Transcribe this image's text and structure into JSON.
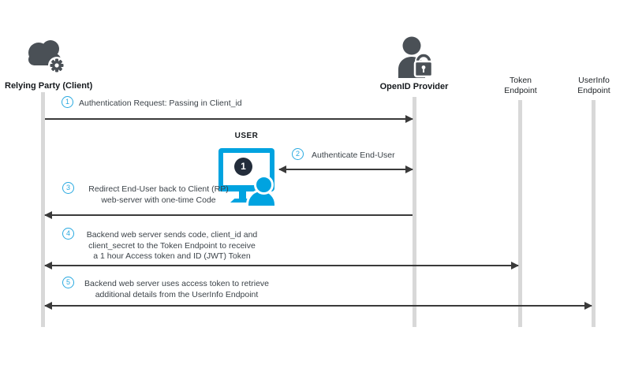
{
  "colors": {
    "cyan_accent": "#29a9e0",
    "monitor_cyan": "#00a3e0",
    "icon_gray": "#4a5056",
    "lifeline_gray": "#d8d8d8",
    "arrow_dark": "#3a3a3a",
    "badge_dark": "#232d3b"
  },
  "actors": {
    "relying_party": {
      "label": "Relying Party (Client)",
      "icon": "cloud-gear-icon"
    },
    "openid_provider": {
      "label": "OpenID Provider",
      "icon": "person-lock-icon"
    },
    "token_endpoint": {
      "label_lines": [
        "Token",
        "Endpoint"
      ]
    },
    "userinfo_endpoint": {
      "label_lines": [
        "UserInfo",
        "Endpoint"
      ]
    }
  },
  "user": {
    "label": "USER",
    "badge": "1",
    "icon": "monitor-user-icon"
  },
  "steps": [
    {
      "num": "1",
      "lines": [
        "Authentication Request: Passing in Client_id"
      ],
      "from": "Relying Party (Client)",
      "to": "OpenID Provider",
      "direction": "right"
    },
    {
      "num": "2",
      "lines": [
        "Authenticate End-User"
      ],
      "from": "USER",
      "to": "OpenID Provider",
      "direction": "both"
    },
    {
      "num": "3",
      "lines": [
        "Redirect End-User back to Client (RP)",
        "web-server with one-time Code"
      ],
      "from": "OpenID Provider",
      "to": "Relying Party (Client)",
      "direction": "left"
    },
    {
      "num": "4",
      "lines": [
        "Backend web server sends code, client_id and",
        "client_secret to the Token Endpoint to receive",
        "a 1 hour Access token and ID (JWT) Token"
      ],
      "from": "Relying Party (Client)",
      "to": "Token Endpoint",
      "direction": "both"
    },
    {
      "num": "5",
      "lines": [
        "Backend web server uses access token to retrieve",
        "additional details from the UserInfo Endpoint"
      ],
      "from": "Relying Party (Client)",
      "to": "UserInfo Endpoint",
      "direction": "both"
    }
  ]
}
